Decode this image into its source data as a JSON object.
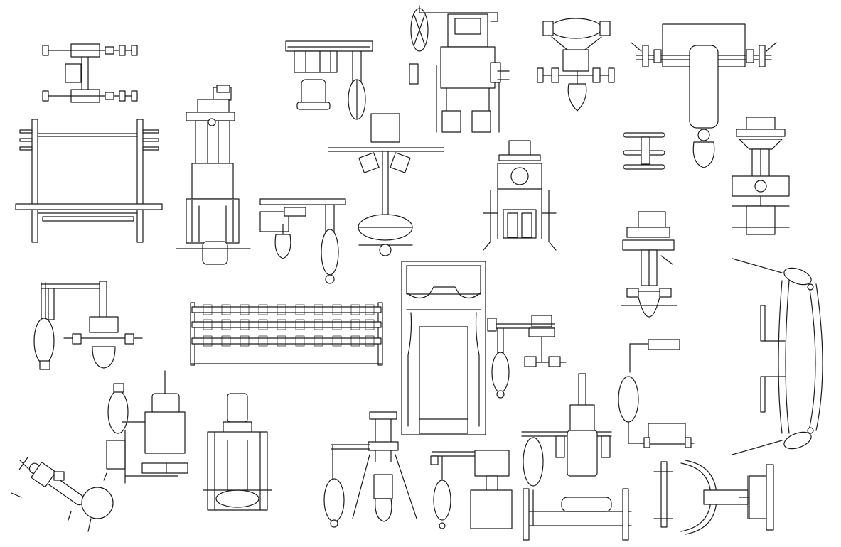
{
  "sheet": {
    "background_color": "#ffffff",
    "line_color": "#1a1a1a"
  },
  "equipment": [
    {
      "id": "leg-press-top",
      "icon": "weight-machine-icon"
    },
    {
      "id": "barbell-rack",
      "icon": "weight-rack-icon"
    },
    {
      "id": "lat-pulldown-tower",
      "icon": "cable-machine-icon"
    },
    {
      "id": "chest-press-frame",
      "icon": "weight-machine-icon"
    },
    {
      "id": "adjustable-bench-a",
      "icon": "bench-icon"
    },
    {
      "id": "dumbbell-row-station",
      "icon": "weight-machine-icon"
    },
    {
      "id": "seated-row-machine",
      "icon": "weight-machine-icon"
    },
    {
      "id": "decline-bench",
      "icon": "bench-icon"
    },
    {
      "id": "preacher-station",
      "icon": "bench-icon"
    },
    {
      "id": "cable-crossover-a",
      "icon": "cable-machine-icon"
    },
    {
      "id": "dumbbell-pair",
      "icon": "dumbbell-icon"
    },
    {
      "id": "ab-bench",
      "icon": "bench-icon"
    },
    {
      "id": "hack-squat",
      "icon": "weight-machine-icon"
    },
    {
      "id": "curved-multi-gym",
      "icon": "cable-machine-icon"
    },
    {
      "id": "smith-machine",
      "icon": "weight-machine-icon"
    },
    {
      "id": "dumbbell-rack-long",
      "icon": "weight-rack-icon"
    },
    {
      "id": "treadmill",
      "icon": "treadmill-icon"
    },
    {
      "id": "cable-curl-station",
      "icon": "cable-machine-icon"
    },
    {
      "id": "pec-deck",
      "icon": "weight-machine-icon"
    },
    {
      "id": "rowing-machine",
      "icon": "rowing-machine-icon"
    },
    {
      "id": "leg-extension",
      "icon": "weight-machine-icon"
    },
    {
      "id": "multi-station-bench",
      "icon": "bench-icon"
    },
    {
      "id": "tricep-pushdown",
      "icon": "cable-machine-icon"
    },
    {
      "id": "shoulder-press",
      "icon": "weight-machine-icon"
    },
    {
      "id": "flat-bench-press",
      "icon": "bench-icon"
    },
    {
      "id": "hip-abductor",
      "icon": "weight-machine-icon"
    },
    {
      "id": "glute-machine",
      "icon": "weight-machine-icon"
    }
  ]
}
